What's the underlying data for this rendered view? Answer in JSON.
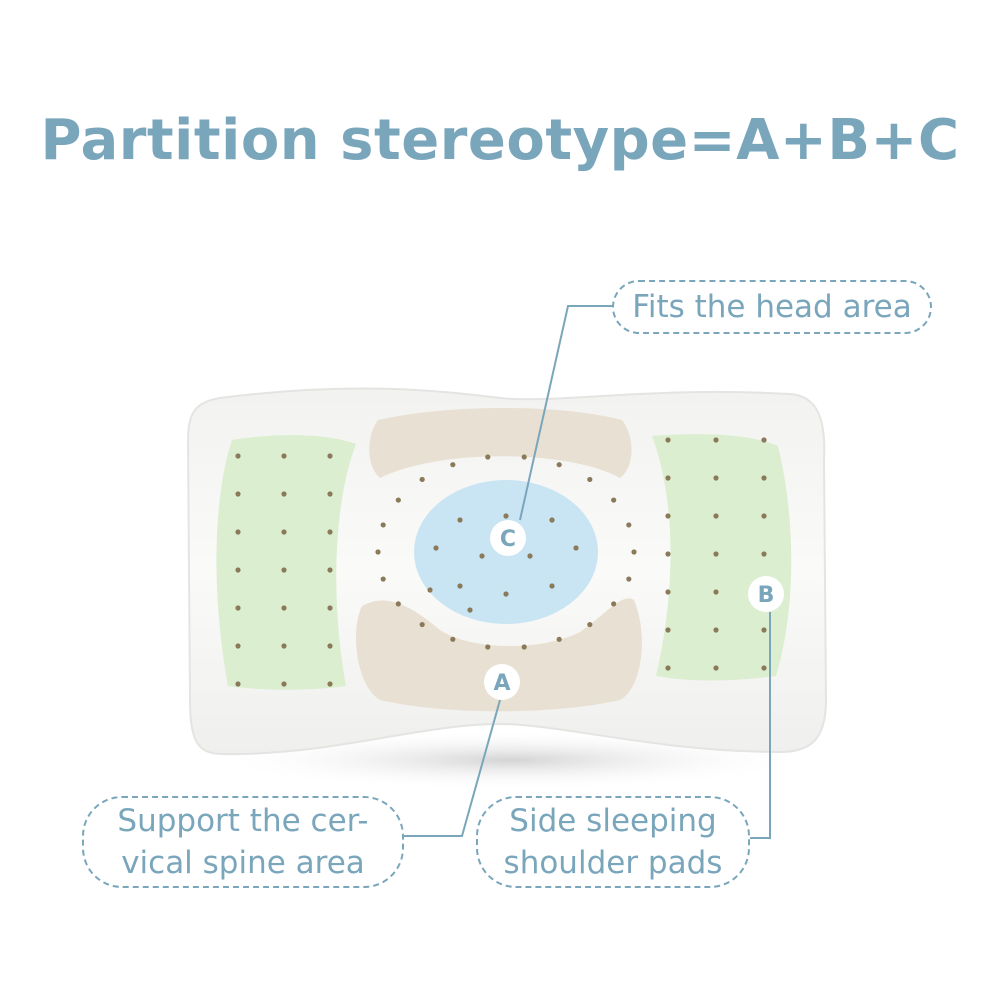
{
  "title": "Partition stereotype=A+B+C",
  "zones": {
    "a": {
      "letter": "A",
      "callout_line1": "Support the cer-",
      "callout_line2": "vical spine area"
    },
    "b": {
      "letter": "B",
      "callout_line1": "Side sleeping",
      "callout_line2": "shoulder pads"
    },
    "c": {
      "letter": "C",
      "callout": "Fits the head area"
    }
  },
  "colors": {
    "accent": "#7aa6bc",
    "zone_a": "#e8e0d2",
    "zone_b": "#dbeecf",
    "zone_c": "#c9e4f2",
    "pillow": "#f6f6f4"
  }
}
